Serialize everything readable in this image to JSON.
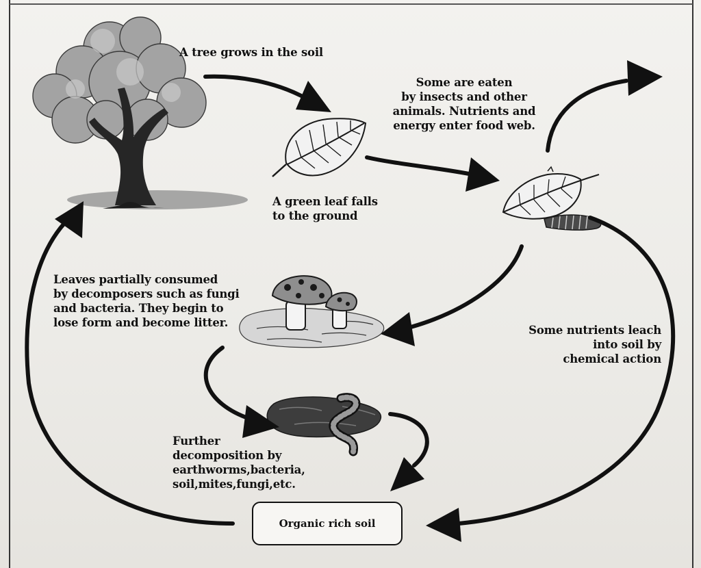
{
  "labels": {
    "tree_grows": "A tree grows in the soil",
    "eaten": [
      "Some are eaten",
      "by insects and other",
      "animals. Nutrients and",
      "energy enter food web."
    ],
    "leaf_falls": [
      "A green leaf falls",
      "to the ground"
    ],
    "decomposers": [
      "Leaves partially consumed",
      "by decomposers such as fungi",
      "and bacteria. They begin to",
      "lose form and become litter."
    ],
    "leach": [
      "Some nutrients leach",
      "into soil by",
      "chemical action"
    ],
    "further": [
      "Further",
      "decomposition by",
      "earthworms,bacteria,",
      "soil,mites,fungi,etc."
    ],
    "soil_box": "Organic rich soil"
  },
  "icons": [
    "tree-icon",
    "green-leaf-icon",
    "eaten-leaf-icon",
    "caterpillar-icon",
    "mushroom-icon",
    "earthworm-icon"
  ],
  "colors": {
    "ink": "#111111",
    "foliage": "#9a9a9a",
    "trunk": "#2a2a2a",
    "paper": "#efeeea"
  }
}
